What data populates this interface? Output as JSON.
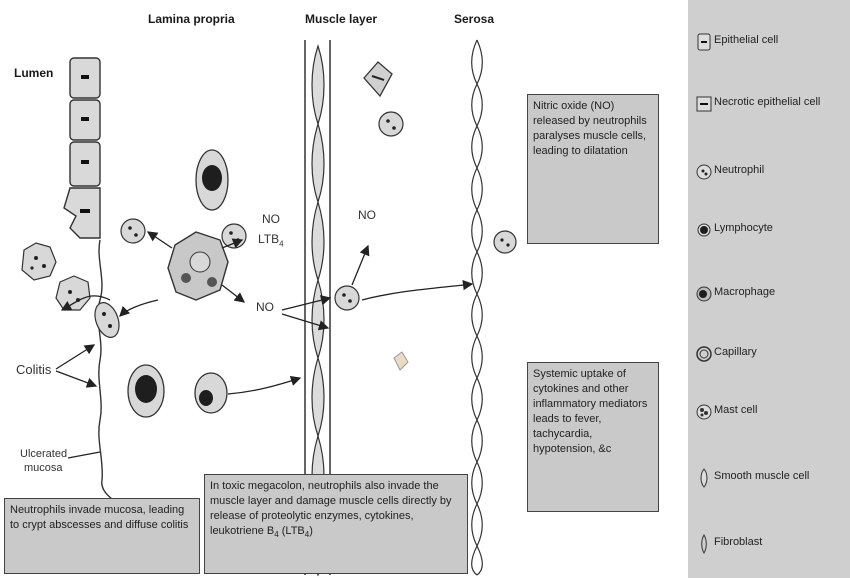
{
  "headers": {
    "lamina": "Lamina propria",
    "muscle": "Muscle layer",
    "serosa": "Serosa",
    "lumen": "Lumen"
  },
  "labels": {
    "no_top": "NO",
    "ltb_base": "LTB",
    "ltb_sub": "4",
    "no_mid": "NO",
    "no_muscle": "NO",
    "colitis": "Colitis",
    "ulcerated_1": "Ulcerated",
    "ulcerated_2": "mucosa"
  },
  "boxes": {
    "neutrophils_mucosa": "Neutrophils invade mucosa, leading to crypt abscesses and diffuse colitis",
    "megacolon_pre": "In toxic megacolon, neutrophils also invade the muscle layer and damage muscle cells directly by release of proteolytic enzymes, cytokines, leukotriene B",
    "megacolon_sub": "4",
    "megacolon_mid": " (LTB",
    "megacolon_sub2": "4",
    "megacolon_post": ")",
    "nitric_oxide": "Nitric oxide (NO) released by neutrophils paralyses muscle cells, leading to dilatation",
    "systemic": "Systemic uptake of cytokines and other inflammatory mediators leads to fever, tachycardia, hypotension, &c"
  },
  "legend": {
    "items": [
      {
        "icon": "epithelial-cell-icon",
        "label": "Epithelial cell"
      },
      {
        "icon": "necrotic-epithelial-cell-icon",
        "label": "Necrotic epithelial cell"
      },
      {
        "icon": "neutrophil-icon",
        "label": "Neutrophil"
      },
      {
        "icon": "lymphocyte-icon",
        "label": "Lymphocyte"
      },
      {
        "icon": "macrophage-icon",
        "label": "Macrophage"
      },
      {
        "icon": "capillary-icon",
        "label": "Capillary"
      },
      {
        "icon": "mast-cell-icon",
        "label": "Mast cell"
      },
      {
        "icon": "smooth-muscle-cell-icon",
        "label": "Smooth muscle cell"
      },
      {
        "icon": "fibroblast-icon",
        "label": "Fibroblast"
      }
    ]
  },
  "colors": {
    "box_bg": "#c9c9c9",
    "legend_bg": "#cfcfcf",
    "cell_fill": "#d8d8d8",
    "dark_nucleus": "#1e1e1e"
  }
}
